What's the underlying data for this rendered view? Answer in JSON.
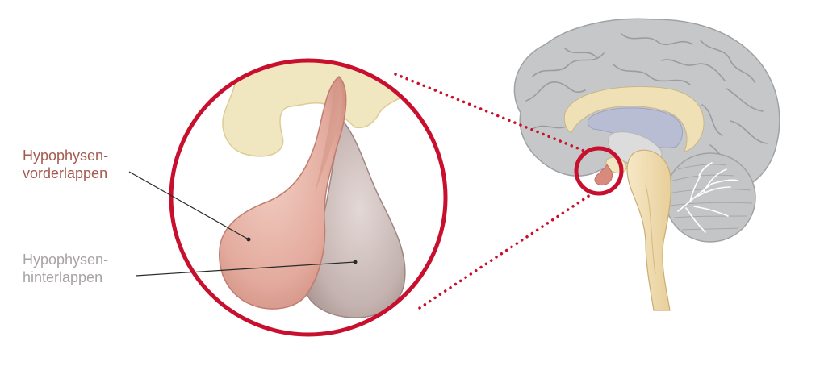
{
  "labels": {
    "anterior": {
      "line1": "Hypophysen-",
      "line2": "vorderlappen"
    },
    "posterior": {
      "line1": "Hypophysen-",
      "line2": "hinterlappen"
    }
  },
  "colors": {
    "ring": "#c8102e",
    "anterior_lobe": "#e6b4a8",
    "posterior_lobe": "#c6b6b3",
    "infundibulum": "#f0e6bf",
    "brain_cortex": "#c5c7c8",
    "brainstem": "#f2dfb2",
    "ventricle": "#b9bdd3",
    "anterior_label": "#a35a4f",
    "posterior_label": "#a8a3a2"
  }
}
